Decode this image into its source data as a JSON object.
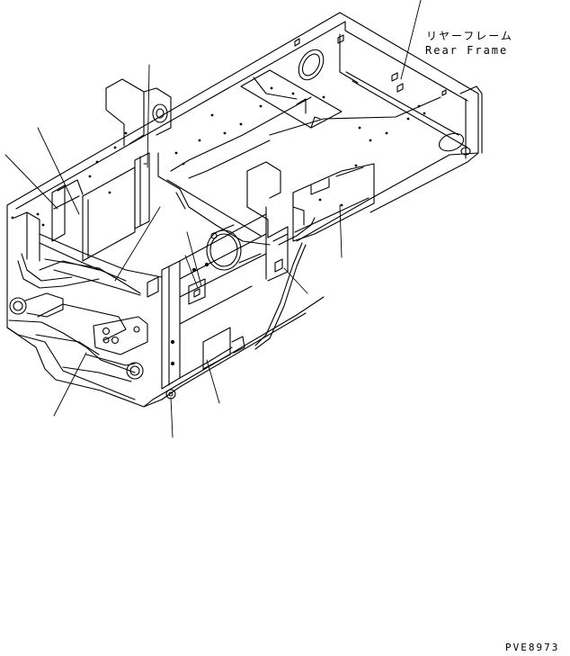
{
  "callout": {
    "japanese": "リヤーフレーム",
    "english": "Rear Frame"
  },
  "figure_code": "PVE8973",
  "colors": {
    "line": "#000000",
    "background": "#ffffff"
  }
}
